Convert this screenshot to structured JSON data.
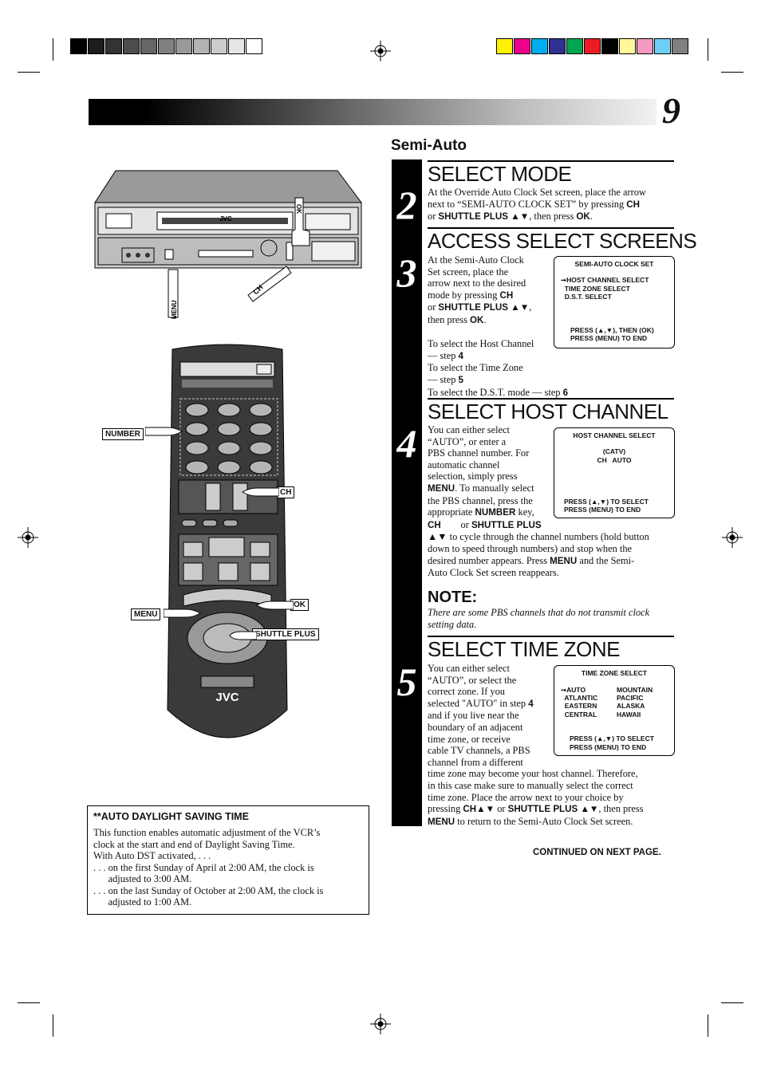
{
  "page": {
    "number": "9",
    "section": "Semi-Auto",
    "continued": "CONTINUED ON NEXT PAGE."
  },
  "colors": {
    "gray_swatches": [
      "#000000",
      "#1c1c1c",
      "#333333",
      "#4d4d4d",
      "#666666",
      "#808080",
      "#999999",
      "#b3b3b3",
      "#cccccc",
      "#e6e6e6",
      "#ffffff"
    ],
    "color_swatches": [
      "#fff200",
      "#ec008c",
      "#00aeef",
      "#2e3192",
      "#00a651",
      "#ed1c24",
      "#000000",
      "#fff799",
      "#f49ac1",
      "#6dcff6",
      "#808080"
    ]
  },
  "steps": [
    {
      "num": "2",
      "title": "SELECT MODE",
      "lines": [
        "At the Override Auto Clock Set screen, place the arrow",
        "next to “SEMI-AUTO CLOCK SET” by pressing {CH}",
        "or {SHUTTLE PLUS ▲▼}, then press {OK}."
      ]
    },
    {
      "num": "3",
      "title": "ACCESS SELECT SCREENS",
      "lines": [
        "At the Semi-Auto Clock",
        "Set screen, place the",
        "arrow next to the desired",
        "mode by pressing {CH}",
        "or {SHUTTLE PLUS ▲▼},",
        "then press {OK}.",
        "",
        "To select the Host Channel",
        "— step {4}",
        "To select the Time Zone",
        "— step {5}",
        "To select the D.S.T. mode — step {6}"
      ],
      "screen": [
        "SEMI-AUTO CLOCK SET",
        "➞HOST CHANNEL SELECT",
        "  TIME ZONE SELECT",
        "  D.S.T. SELECT",
        "PRESS (▲,▼), THEN (OK)",
        "PRESS (MENU) TO END"
      ]
    },
    {
      "num": "4",
      "title": "SELECT HOST CHANNEL",
      "lines": [
        "You can either select",
        "“AUTO”, or enter a",
        "PBS channel number. For",
        "automatic channel",
        "selection, simply press",
        "{MENU}. To manually select",
        "the PBS channel, press the",
        "appropriate {NUMBER} key,",
        "{CH}        or {SHUTTLE PLUS}",
        "▲▼ to cycle through the channel numbers (hold button",
        "down to speed through numbers) and stop when the",
        "desired number appears. Press {MENU} and the Semi-",
        "Auto Clock Set screen reappears."
      ],
      "screen": [
        "HOST CHANNEL SELECT",
        "(CATV)",
        "CH   AUTO",
        "PRESS (▲,▼) TO SELECT",
        "PRESS (MENU) TO END"
      ]
    },
    {
      "num": "5",
      "title": "SELECT TIME ZONE",
      "lines": [
        "You can either select",
        "“AUTO”, or select the",
        "correct zone. If you",
        "selected \"AUTO\" in step {4}",
        "and if you live near the",
        "boundary of an adjacent",
        "time zone, or receive",
        "cable TV channels, a PBS",
        "channel from a different",
        "time zone may become your host channel. Therefore,",
        "in this case make sure to manually select the correct",
        "time zone. Place the arrow next to your choice by",
        "pressing {CH▲▼} or {SHUTTLE PLUS ▲▼}, then press",
        "{MENU} to return to the Semi-Auto Clock Set screen."
      ],
      "screen": [
        "TIME ZONE SELECT",
        "➞AUTO",
        "  ATLANTIC",
        "  EASTERN",
        "  CENTRAL",
        "MOUNTAIN",
        "PACIFIC",
        "ALASKA",
        "HAWAII",
        "PRESS (▲,▼) TO SELECT",
        "PRESS (MENU) TO END"
      ]
    }
  ],
  "note": {
    "heading": "NOTE:",
    "text": "There are some PBS channels that do not transmit clock setting data."
  },
  "dst": {
    "title": "**AUTO DAYLIGHT SAVING TIME",
    "lines": [
      "This function enables automatic adjustment of the VCR’s",
      "clock at the start and end of Daylight Saving Time.",
      "With Auto DST activated, . . .",
      ". . . on the first Sunday of April at 2:00 AM, the clock is",
      "      adjusted to 3:00 AM.",
      ". . . on the last Sunday of October at 2:00 AM, the clock is",
      "      adjusted to 1:00 AM."
    ]
  },
  "illustration": {
    "vcr_brand": "JVC",
    "vcr_labels": {
      "ok": "OK",
      "ch": "CH",
      "menu": "MENU"
    },
    "remote_brand": "JVC",
    "remote_labels": {
      "number": "NUMBER",
      "ch": "CH",
      "ok": "OK",
      "menu": "MENU",
      "shuttle": "SHUTTLE PLUS"
    }
  }
}
